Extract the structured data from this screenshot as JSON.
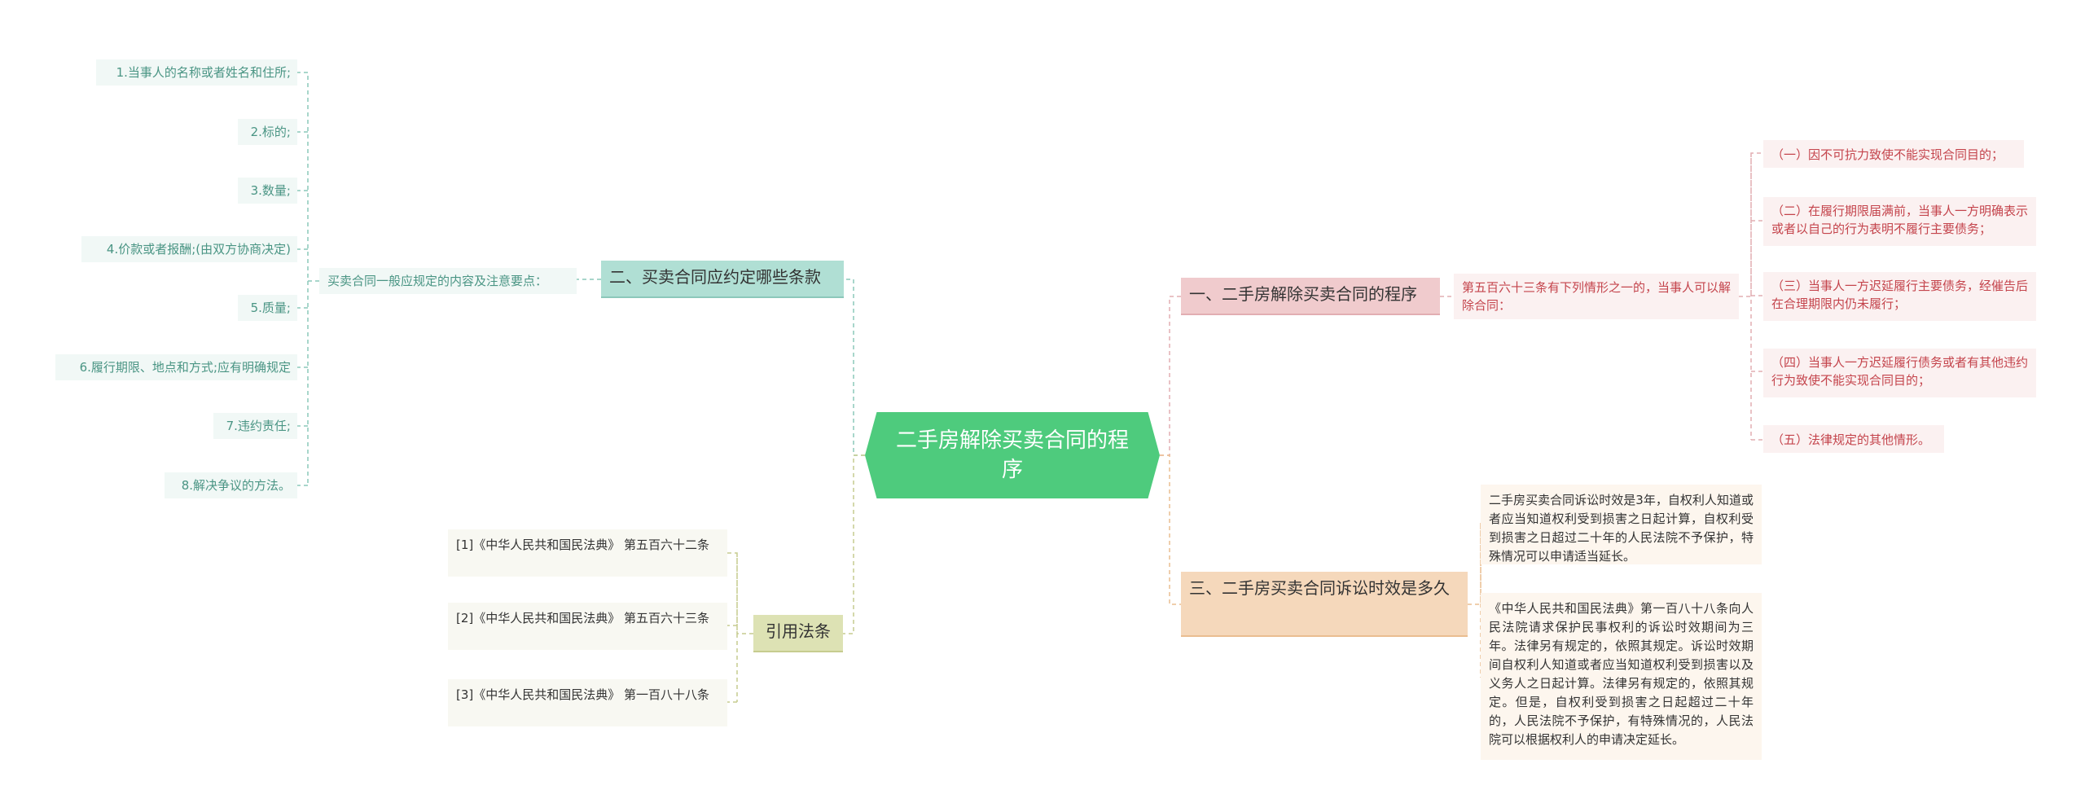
{
  "root": {
    "title": "二手房解除买卖合同的程序"
  },
  "sections": {
    "s1": {
      "title": "一、二手房解除买卖合同的程序",
      "intro": "第五百六十三条有下列情形之一的，当事人可以解除合同：",
      "items": [
        "（一）因不可抗力致使不能实现合同目的；",
        "（二）在履行期限届满前，当事人一方明确表示或者以自己的行为表明不履行主要债务；",
        "（三）当事人一方迟延履行主要债务，经催告后在合理期限内仍未履行；",
        "（四）当事人一方迟延履行债务或者有其他违约行为致使不能实现合同目的；",
        "（五）法律规定的其他情形。"
      ]
    },
    "s2": {
      "title": "二、买卖合同应约定哪些条款",
      "intro": "买卖合同一般应规定的内容及注意要点：",
      "items": [
        "1.当事人的名称或者姓名和住所;",
        "2.标的;",
        "3.数量;",
        "4.价款或者报酬;(由双方协商决定)",
        "5.质量;",
        "6.履行期限、地点和方式;应有明确规定",
        "7.违约责任;",
        "8.解决争议的方法。"
      ]
    },
    "s3": {
      "title": "三、二手房买卖合同诉讼时效是多久",
      "items": [
        "二手房买卖合同诉讼时效是3年，自权利人知道或者应当知道权利受到损害之日起计算，自权利受到损害之日超过二十年的人民法院不予保护，特殊情况可以申请适当延长。",
        "《中华人民共和国民法典》第一百八十八条向人民法院请求保护民事权利的诉讼时效期间为三年。法律另有规定的，依照其规定。诉讼时效期间自权利人知道或者应当知道权利受到损害以及义务人之日起计算。法律另有规定的，依照其规定。但是，自权利受到损害之日起超过二十年的，人民法院不予保护，有特殊情况的，人民法院可以根据权利人的申请决定延长。"
      ]
    },
    "citations": {
      "title": "引用法条",
      "items": [
        "[1]《中华人民共和国民法典》 第五百六十二条",
        "[2]《中华人民共和国民法典》 第五百六十三条",
        "[3]《中华人民共和国民法典》 第一百八十八条"
      ]
    }
  },
  "colors": {
    "root": "#4ecb7d",
    "s1": "#f0cbcd",
    "s2": "#b0dfd4",
    "s3": "#f5d8bb",
    "citations": "#dde2b4"
  }
}
